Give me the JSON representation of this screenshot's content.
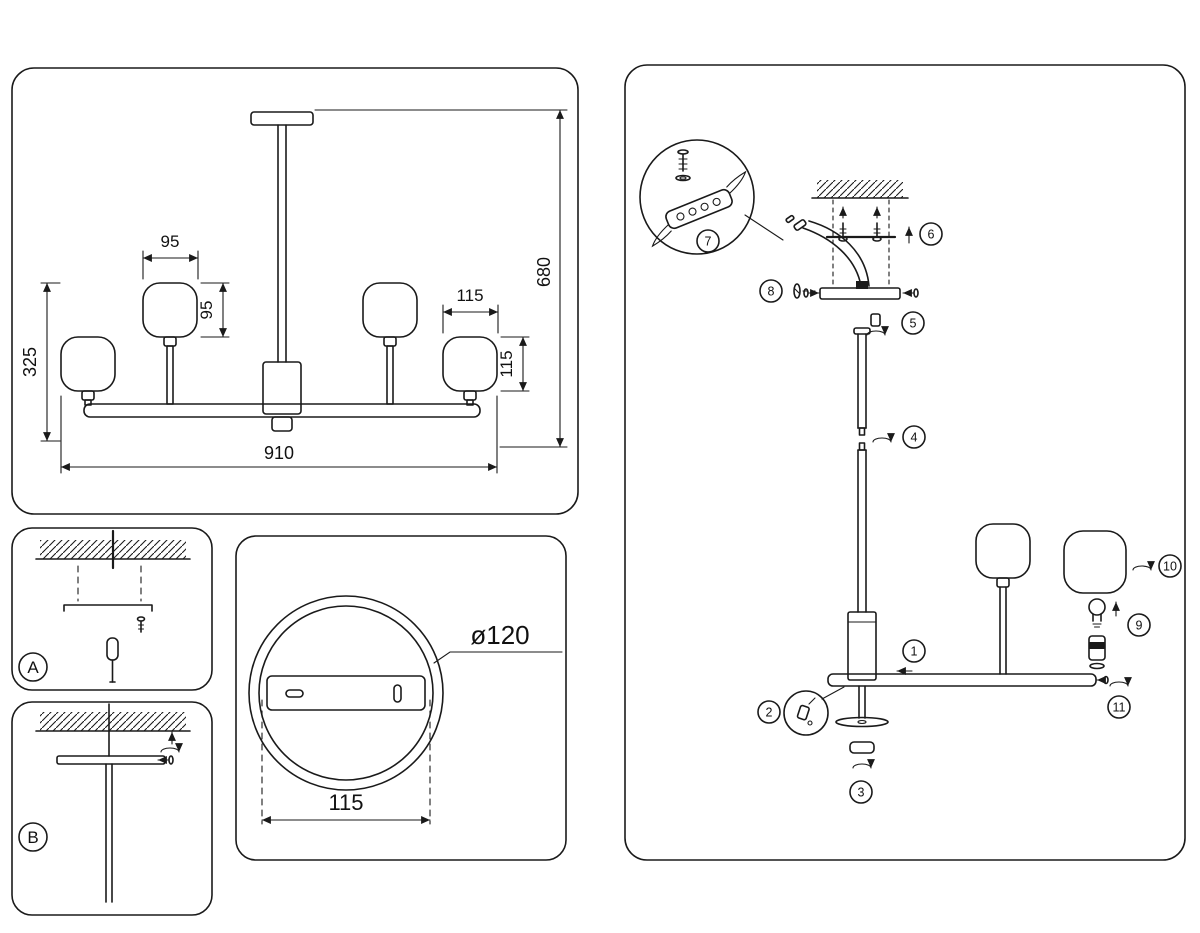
{
  "colors": {
    "line": "#1a1a1a",
    "background": "#ffffff"
  },
  "main_view": {
    "dims": {
      "shade_top_width": "95",
      "shade_small_height": "95",
      "large_shade_width": "115",
      "large_shade_height": "115",
      "side_height": "325",
      "overall_height": "680",
      "overall_width": "910"
    }
  },
  "install_details": {
    "a_label": "A",
    "b_label": "B"
  },
  "canopy_detail": {
    "diameter_label": "ø120",
    "width_label": "115"
  },
  "assembly": {
    "steps": [
      "1",
      "2",
      "3",
      "4",
      "5",
      "6",
      "7",
      "8",
      "9",
      "10",
      "11"
    ]
  }
}
